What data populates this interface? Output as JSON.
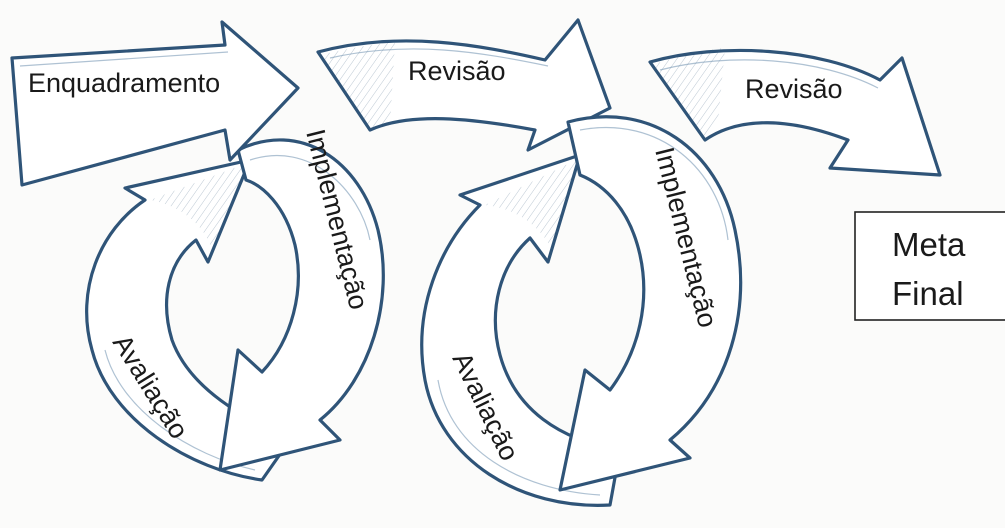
{
  "diagram": {
    "arrows": {
      "framing": "Enquadramento",
      "review_1": "Revisão",
      "review_2": "Revisão",
      "implementation_1": "Implementação",
      "implementation_2": "Implementação",
      "evaluation_1": "Avaliação",
      "evaluation_2": "Avaliação"
    },
    "goal_box": {
      "line1": "Meta",
      "line2": "Final"
    },
    "colors": {
      "outline": "#2f5478",
      "shading": "#3e5f80",
      "text": "#1a1a1a",
      "background": "#fbfbfa"
    }
  }
}
